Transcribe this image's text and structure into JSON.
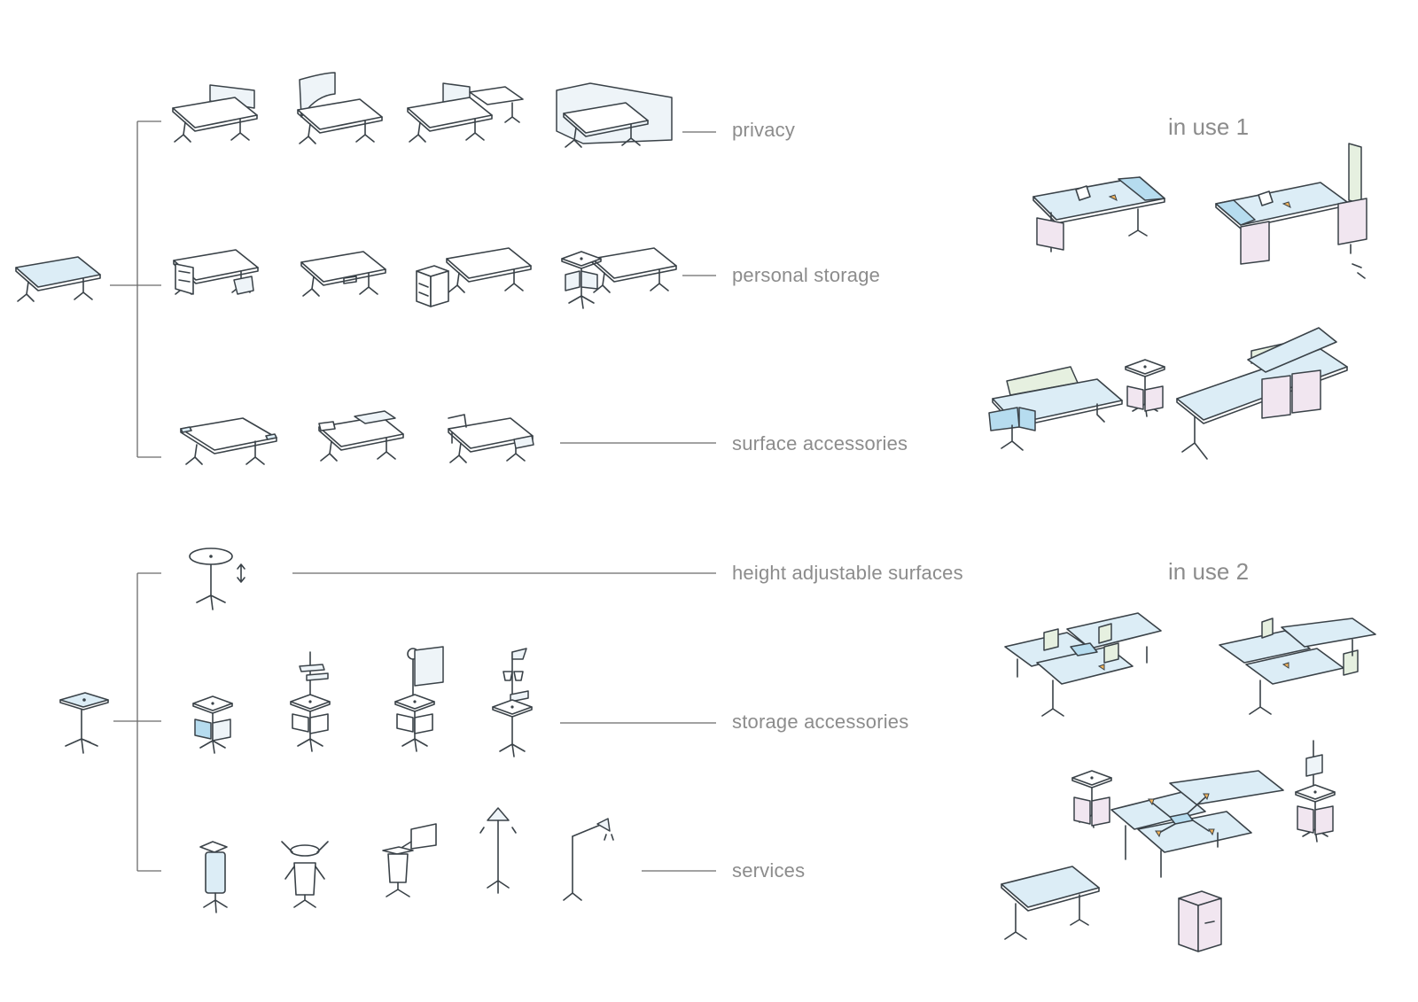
{
  "labels": {
    "privacy": "privacy",
    "personal_storage": "personal storage",
    "surface_accessories": "surface accessories",
    "height_adjustable_surfaces": "height adjustable surfaces",
    "storage_accessories": "storage accessories",
    "services": "services"
  },
  "headings": {
    "in_use_1": "in use 1",
    "in_use_2": "in use 2"
  },
  "colors": {
    "ink": "#3a4248",
    "surface_blue": "#dcedf6",
    "screen_green": "#e6f0e0",
    "storage_pink": "#f1e6f0",
    "accent_orange": "#f1b35b",
    "label_gray": "#8c8c8c"
  }
}
